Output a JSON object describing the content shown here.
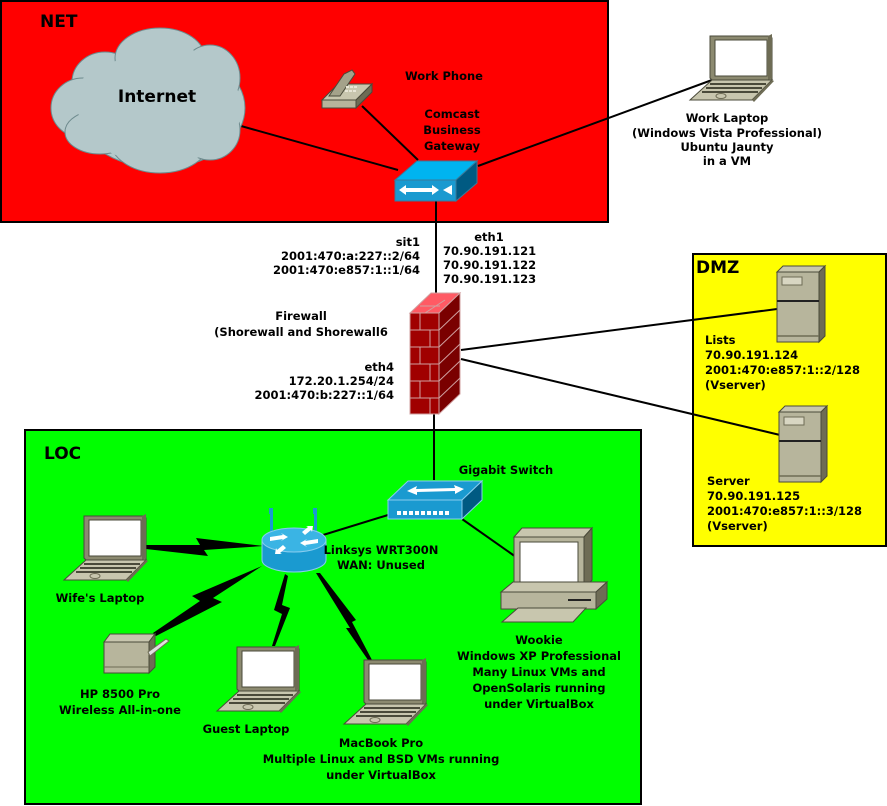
{
  "zones": {
    "net": {
      "title": "NET",
      "color": "#ff0000"
    },
    "dmz": {
      "title": "DMZ",
      "color": "#ffff00"
    },
    "loc": {
      "title": "LOC",
      "color": "#00ff00"
    }
  },
  "nodes": {
    "internet": {
      "label": "Internet"
    },
    "work_phone": {
      "label": "Work Phone"
    },
    "gateway": {
      "lines": [
        "Comcast",
        "Business",
        "Gateway"
      ]
    },
    "work_laptop": {
      "lines": [
        "Work Laptop",
        "(Windows Vista Professional)",
        "Ubuntu Jaunty",
        "in a VM"
      ]
    },
    "firewall": {
      "lines": [
        "Firewall",
        "(Shorewall and Shorewall6"
      ],
      "sit1": [
        "sit1",
        "2001:470:a:227::2/64",
        "2001:470:e857:1::1/64"
      ],
      "eth1": [
        "eth1",
        "70.90.191.121",
        "70.90.191.122",
        "70.90.191.123"
      ],
      "eth4": [
        "eth4",
        "172.20.1.254/24",
        "2001:470:b:227::1/64"
      ]
    },
    "lists": {
      "lines": [
        "Lists",
        "70.90.191.124",
        "2001:470:e857:1::2/128",
        "(Vserver)"
      ]
    },
    "server": {
      "lines": [
        "Server",
        "70.90.191.125",
        "2001:470:e857:1::3/128",
        "(Vserver)"
      ]
    },
    "gigabit_switch": {
      "label": "Gigabit Switch"
    },
    "router": {
      "lines": [
        "Linksys WRT300N",
        "WAN: Unused"
      ]
    },
    "wifes_laptop": {
      "label": "Wife's Laptop"
    },
    "printer": {
      "lines": [
        "HP 8500 Pro",
        "Wireless All-in-one"
      ]
    },
    "guest_laptop": {
      "label": "Guest Laptop"
    },
    "macbook": {
      "lines": [
        "MacBook Pro",
        "Multiple Linux and BSD VMs running",
        "under VirtualBox"
      ]
    },
    "wookie": {
      "lines": [
        "Wookie",
        "Windows XP Professional",
        "Many Linux VMs and",
        "OpenSolaris running",
        "under VirtualBox"
      ]
    }
  },
  "icons": {
    "cloud": "cloud-icon",
    "phone": "telephone-icon",
    "gateway": "network-gateway-icon",
    "laptop": "laptop-icon",
    "firewall": "brick-firewall-icon",
    "server": "tower-server-icon",
    "switch": "network-switch-icon",
    "router": "wireless-router-icon",
    "printer": "printer-icon",
    "desktop": "desktop-computer-icon"
  }
}
